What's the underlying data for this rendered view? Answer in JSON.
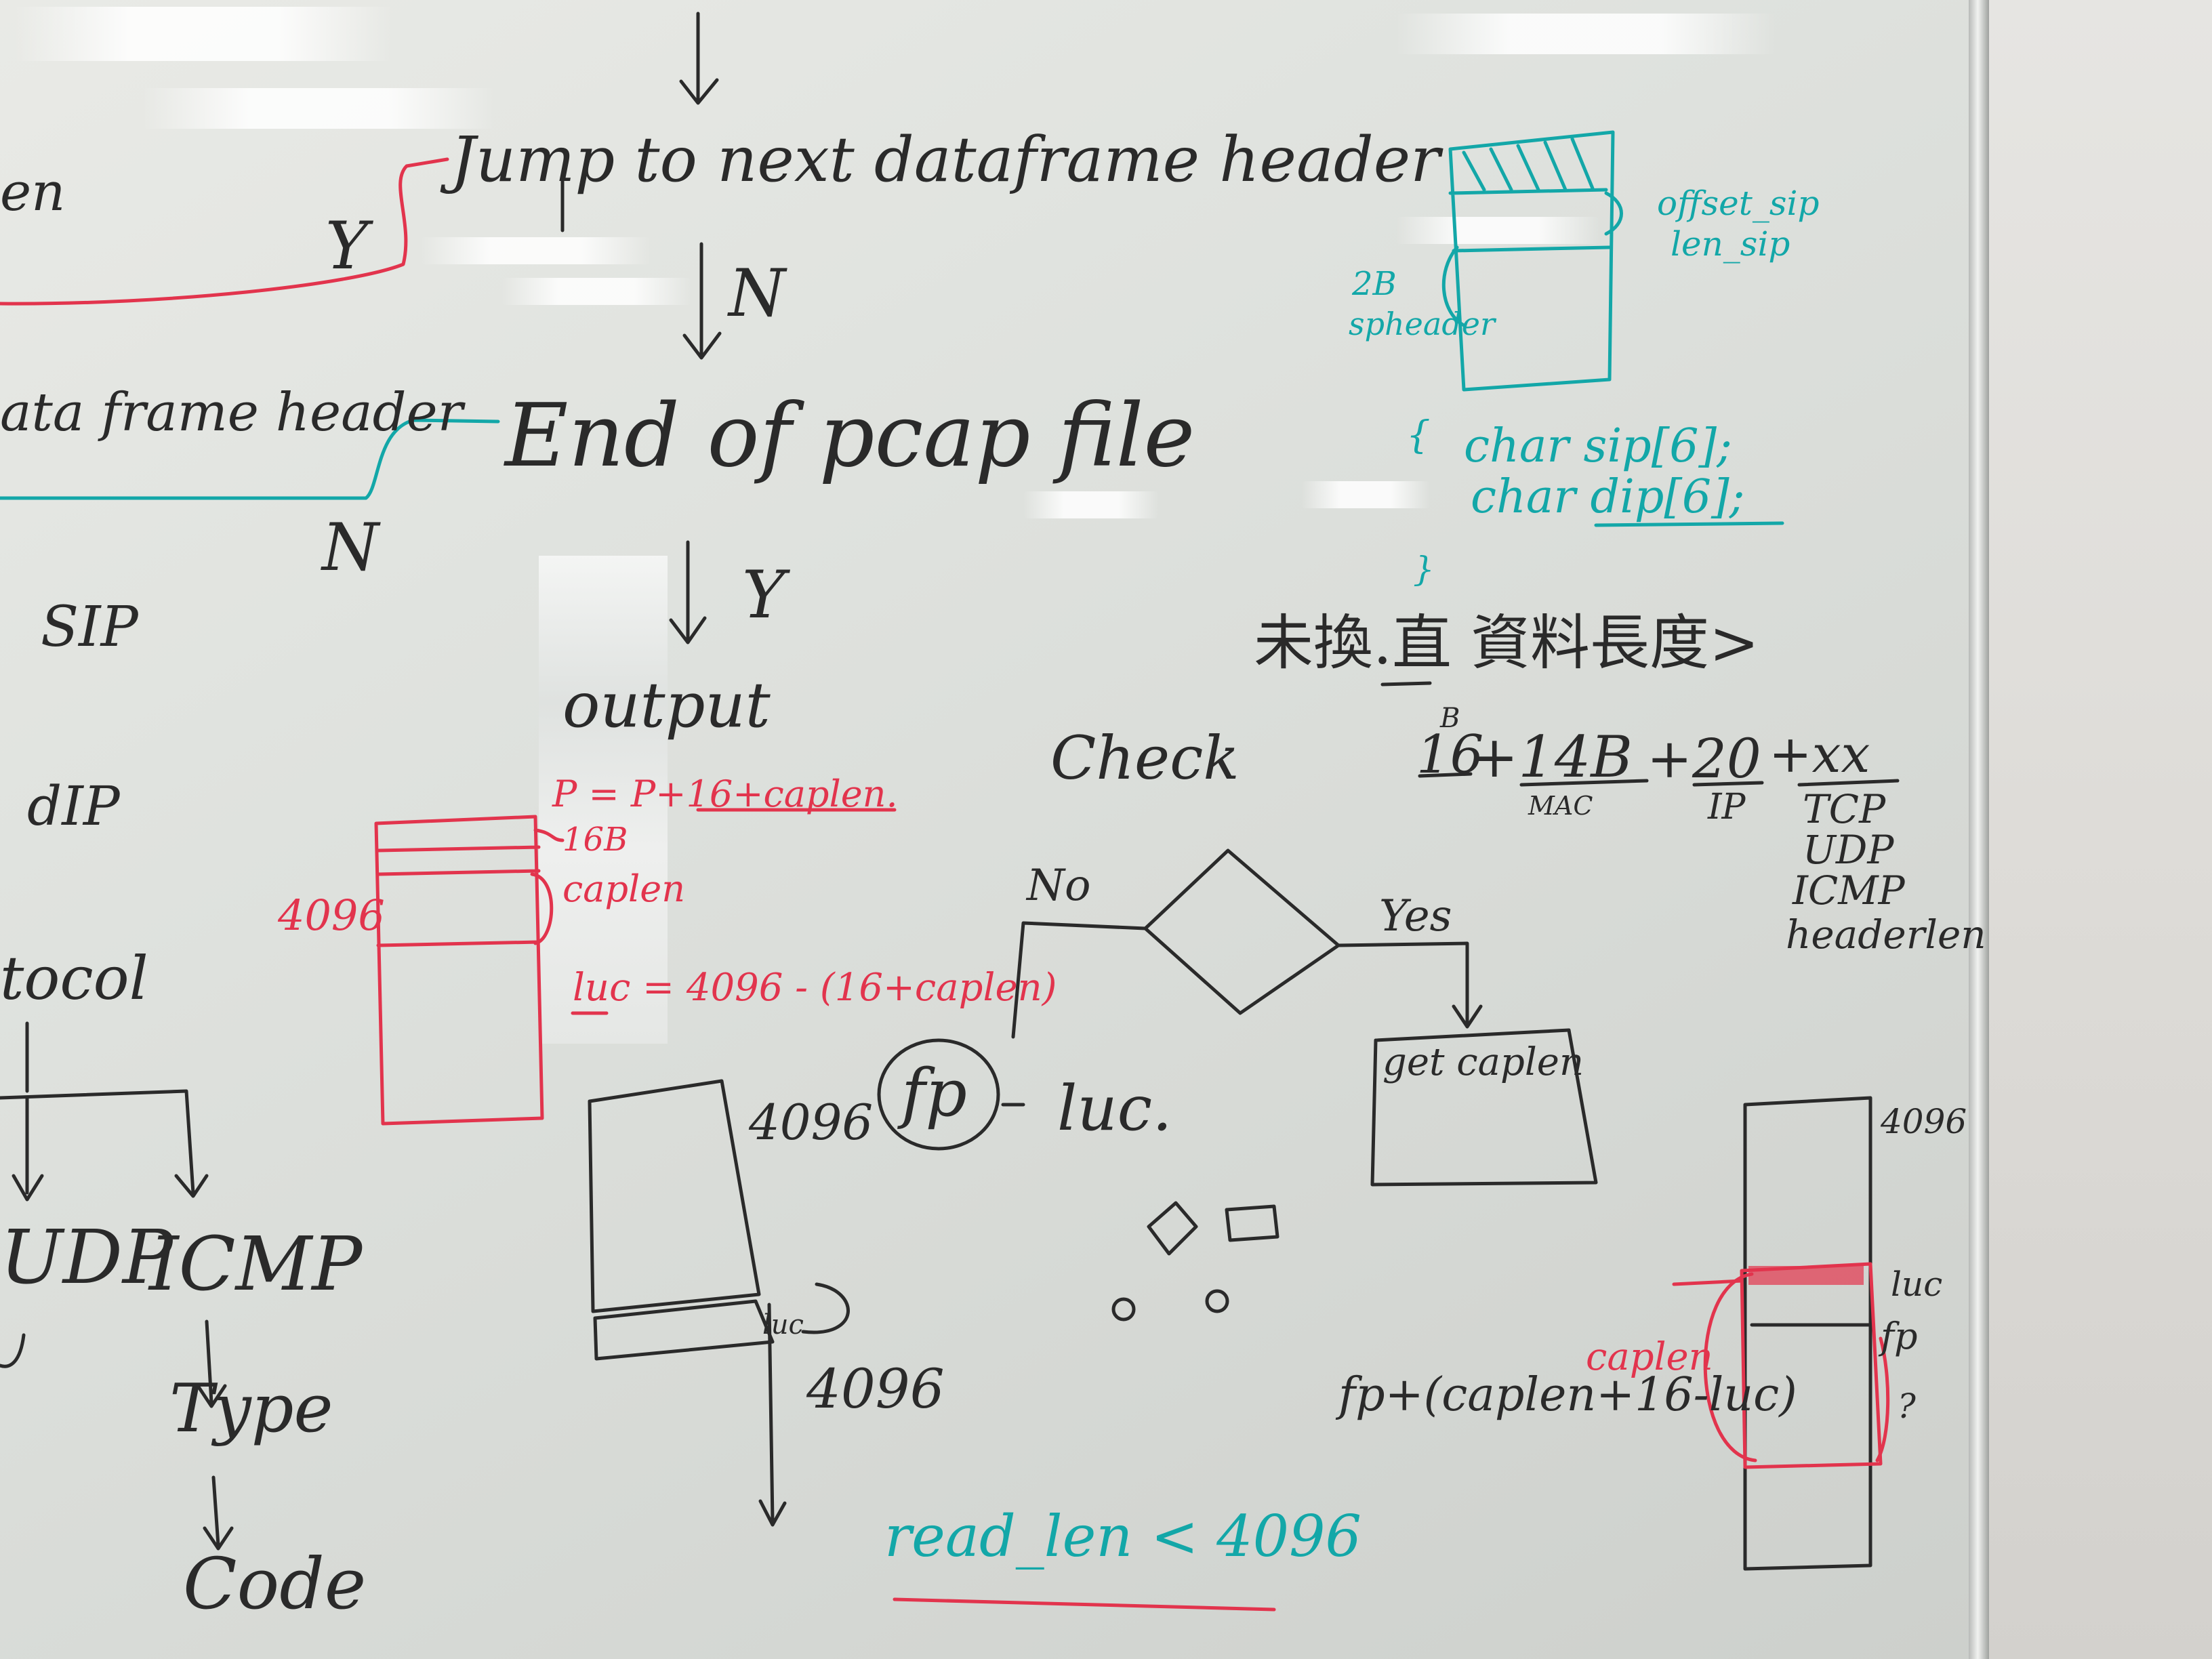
{
  "black": {
    "jump": "Jump to next dataframe header",
    "en": "en",
    "y1": "Y",
    "n1": "N",
    "frame_header": "ata frame header",
    "end": "End of pcap file",
    "n2": "N",
    "y2": "Y",
    "sip": "SIP",
    "output": "output",
    "dip": "dIP",
    "check": "Check",
    "no": "No",
    "yes": "Yes",
    "protocol": "tocol",
    "udp": "UDP",
    "icmp": "ICMP",
    "type": "Type",
    "code": "Code",
    "size_4096_a": "4096",
    "fp": "fp",
    "luc": "luc.",
    "luc_small": "luc",
    "size_4096_b": "4096",
    "get_caplen": "get caplen",
    "formula": "fp+(caplen+16-luc)",
    "size_4096_c": "4096",
    "luc_right": "luc",
    "fp_right": "fp",
    "q": "?",
    "cn_line": "未換.直 資料長度>",
    "sum_16": "16",
    "sum_b": "B",
    "sum_14b": "+14B",
    "sum_mac": "MAC",
    "sum_20": "+20",
    "sum_ip": "IP",
    "sum_xx": "+xx",
    "list": [
      "TCP",
      "UDP",
      "ICMP",
      "headerlen"
    ]
  },
  "red": {
    "p_formula": "P = P+16+caplen.",
    "b16": "16B",
    "caplen": "caplen",
    "size_4096": "4096",
    "luc_formula": "luc = 4096 - (16+caplen)",
    "caplen_right": "caplen"
  },
  "teal": {
    "offset_sip": "offset_sip",
    "len_sip": "len_sip",
    "b2": "2B",
    "spheader": "spheader",
    "brace_open": "{",
    "char_sip": "char sip[6];",
    "char_dip": "char dip[6];",
    "brace_close": "}",
    "read_len": "read_len < 4096"
  },
  "colors": {
    "black_ink": "#2a2a2a",
    "red_ink": "#e2344d",
    "teal_ink": "#13a7a8",
    "board": "#e3e5e1"
  }
}
